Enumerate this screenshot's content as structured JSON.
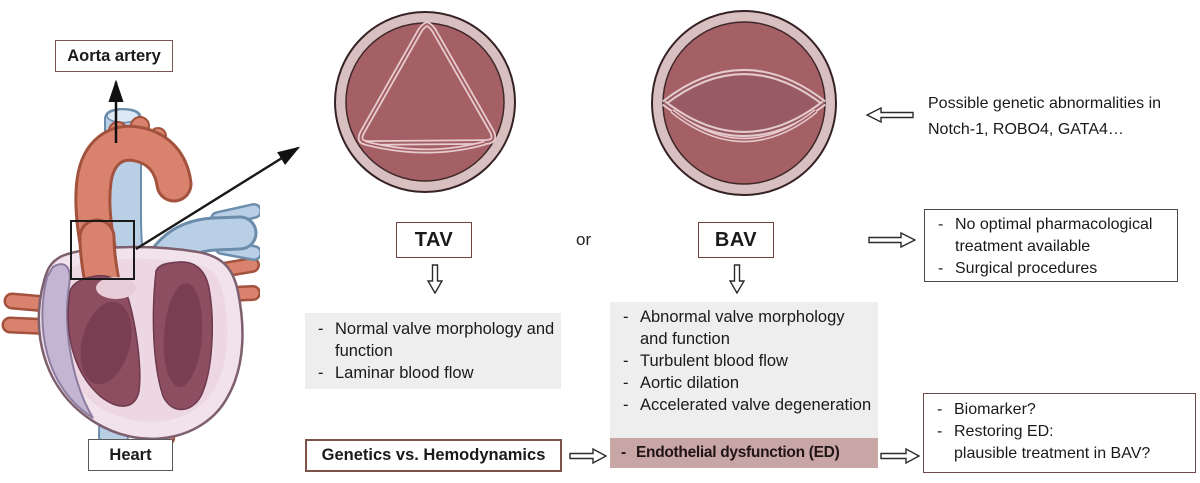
{
  "colors": {
    "box_border_brown": "#7a5050",
    "box_border_gray": "#4a4a4a",
    "panel_gray": "#efeeee",
    "highlight_mauve": "#c8a6a6",
    "valve_fill": "#a56065",
    "valve_ring": "#dcc2c3",
    "aorta_salmon": "#d9826d",
    "vessel_blue": "#b9cfe6",
    "chamber_maroon": "#8d4e62"
  },
  "heart_figure": {
    "aorta_label": "Aorta artery",
    "heart_label": "Heart"
  },
  "valves": {
    "tav_label": "TAV",
    "or_label": "or",
    "bav_label": "BAV"
  },
  "genetic_note": {
    "line1": "Possible genetic abnormalities in",
    "line2": "Notch-1, ROBO4, GATA4…"
  },
  "bullet_char": "-",
  "tav_panel": {
    "items": [
      "Normal valve morphology and function",
      "Laminar blood flow"
    ]
  },
  "bav_panel": {
    "items": [
      "Abnormal valve morphology and function",
      "Turbulent blood flow",
      "Aortic dilation",
      "Accelerated valve degeneration"
    ]
  },
  "ed_row": {
    "label": "Endothelial dysfunction (ED)"
  },
  "genetics_box": {
    "label": "Genetics vs. Hemodynamics"
  },
  "treatment_box": {
    "items": [
      "No optimal pharmacological treatment available",
      "Surgical procedures"
    ]
  },
  "biomarker_box": {
    "items": [
      "Biomarker?",
      "Restoring ED:"
    ],
    "continuation": "plausible treatment in BAV?"
  }
}
